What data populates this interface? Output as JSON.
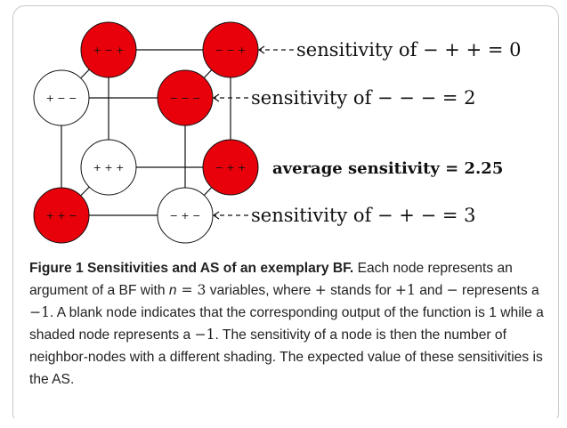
{
  "colors": {
    "shaded": "#e8000b",
    "blank": "#ffffff",
    "stroke": "#111111"
  },
  "figure": {
    "nodes": [
      {
        "id": "n1",
        "label": "+ − +",
        "shaded": true
      },
      {
        "id": "n2",
        "label": "− − +",
        "shaded": true
      },
      {
        "id": "n3",
        "label": "+ − −",
        "shaded": false
      },
      {
        "id": "n4",
        "label": "− − −",
        "shaded": true
      },
      {
        "id": "n5",
        "label": "+ + +",
        "shaded": false
      },
      {
        "id": "n6",
        "label": "− + +",
        "shaded": true
      },
      {
        "id": "n7",
        "label": "+ + −",
        "shaded": true
      },
      {
        "id": "n8",
        "label": "− + −",
        "shaded": false
      }
    ],
    "annotations": {
      "a1": "sensitivity of − + + = 0",
      "a2": "sensitivity of − − − = 2",
      "a3": "average sensitivity = 2.25",
      "a4": "sensitivity of − + − = 3"
    }
  },
  "caption": {
    "title": "Figure 1 Sensitivities and AS of an exemplary BF.",
    "t1": " Each node represents an argument of a BF with ",
    "n_var": "n",
    "eq": " = 3",
    "t2": " variables, where ",
    "plus": "+",
    "t3": " stands for ",
    "plus_one": "+1",
    "t4": " and ",
    "minus": "−",
    "t5": " represents a ",
    "minus_one": "−1",
    "t6": ". A blank node indicates that the corresponding output of the function is 1 while a shaded node represents a ",
    "minus_one_b": "−1",
    "t7": ". The sensitivity of a node is then the number of neighbor-nodes with a different shading. The expected value of these sensitivities is the AS."
  }
}
